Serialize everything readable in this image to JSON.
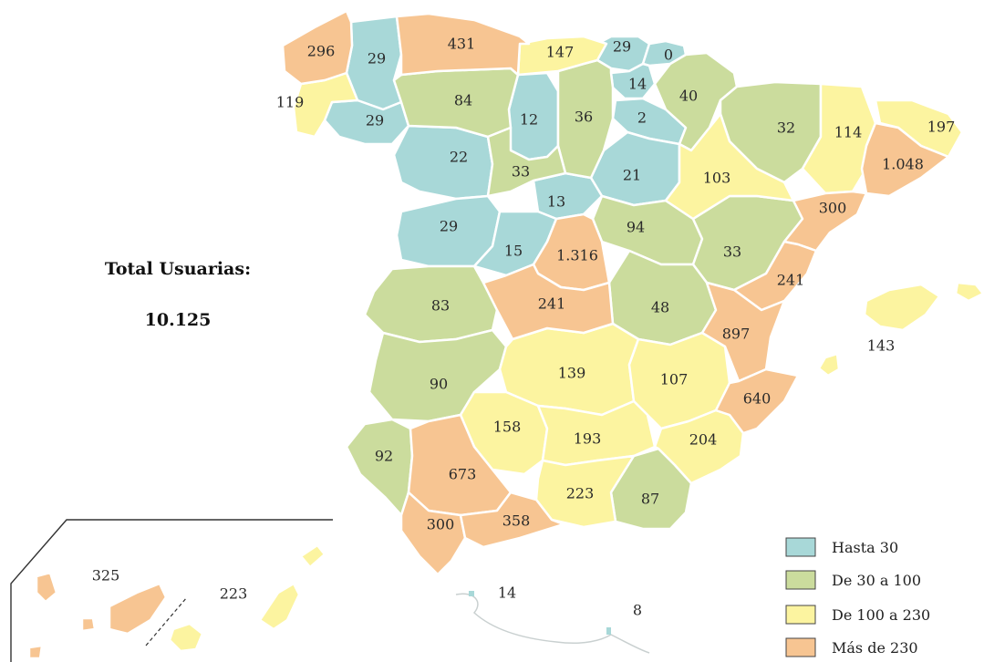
{
  "total": {
    "label": "Total Usuarias:",
    "value": "10.125"
  },
  "colors": {
    "hasta30": "#a8d8d8",
    "de30a100": "#cbdc9d",
    "de100a230": "#fcf4a0",
    "mas230": "#f7c592"
  },
  "legend": [
    {
      "label": "Hasta 30",
      "color": "#a8d8d8"
    },
    {
      "label": "De 30 a 100",
      "color": "#cbdc9d"
    },
    {
      "label": "De 100 a 230",
      "color": "#fcf4a0"
    },
    {
      "label": "Más de 230",
      "color": "#f7c592"
    }
  ],
  "provinces": {
    "a_coruna": "296",
    "lugo": "29",
    "pontevedra": "119",
    "ourense": "29",
    "asturias": "431",
    "cantabria": "147",
    "vizcaya": "29",
    "guipuzcoa": "0",
    "alava": "14",
    "leon": "84",
    "palencia": "12",
    "burgos": "36",
    "la_rioja": "2",
    "navarra": "40",
    "huesca": "32",
    "lleida": "114",
    "girona": "197",
    "barcelona": "1.048",
    "zamora": "22",
    "valladolid": "33",
    "soria": "21",
    "zaragoza": "103",
    "tarragona": "300",
    "segovia": "13",
    "salamanca": "29",
    "avila": "15",
    "madrid": "1.316",
    "guadalajara": "94",
    "teruel": "33",
    "castellon": "241",
    "caceres": "83",
    "toledo": "241",
    "cuenca": "48",
    "valencia": "897",
    "baleares": "143",
    "badajoz": "90",
    "ciudad_real": "139",
    "albacete": "107",
    "alicante": "640",
    "cordoba": "158",
    "jaen": "193",
    "murcia": "204",
    "huelva": "92",
    "sevilla": "673",
    "granada": "223",
    "almeria": "87",
    "cadiz": "300",
    "malaga": "358",
    "ceuta": "14",
    "melilla": "8",
    "sc_tenerife": "325",
    "las_palmas": "223"
  }
}
